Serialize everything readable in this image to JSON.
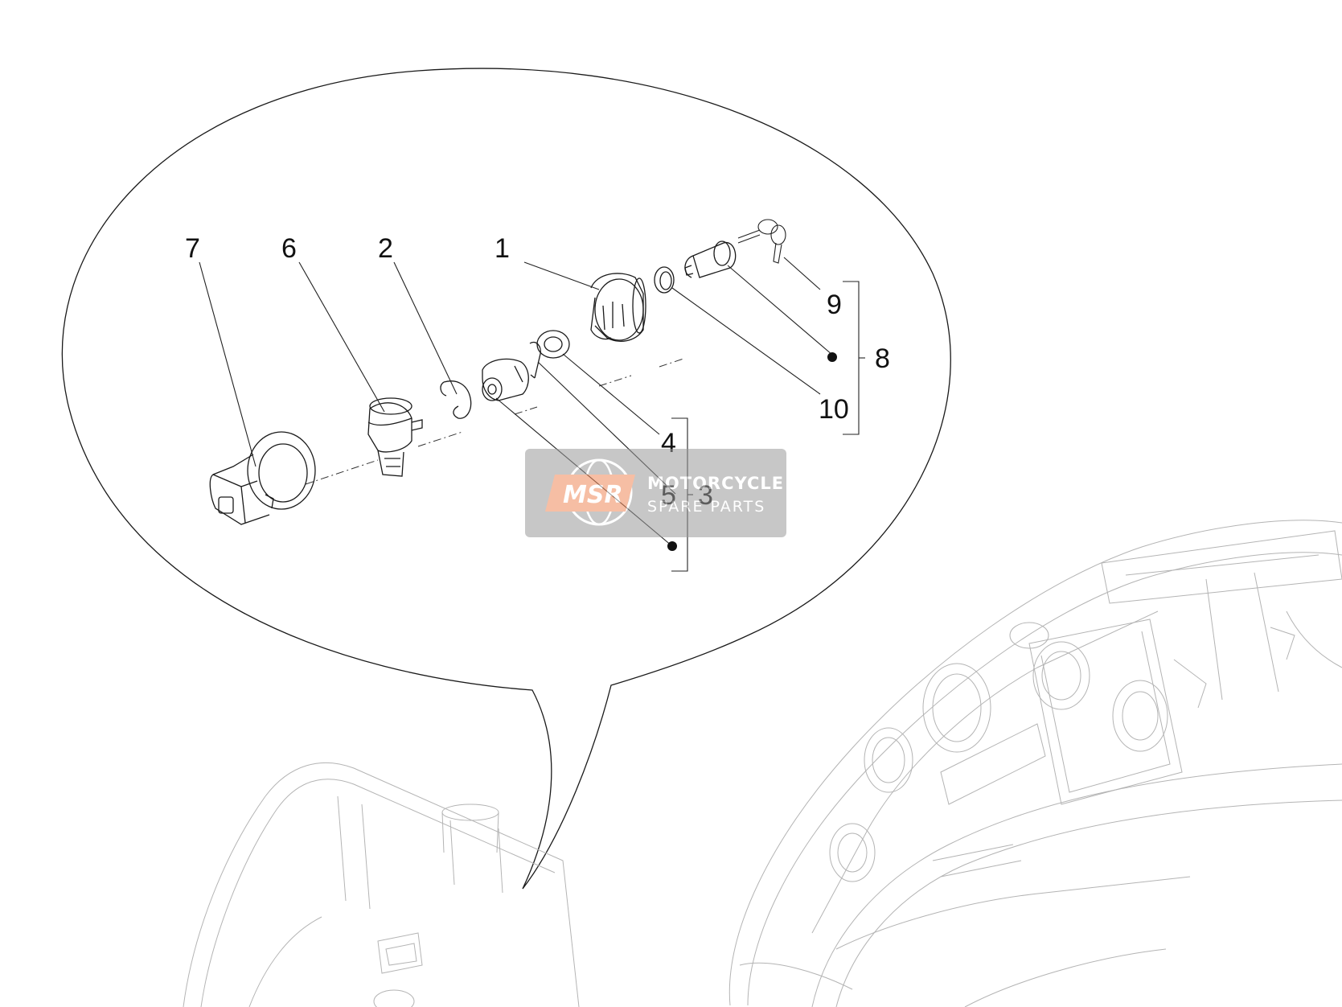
{
  "callouts": [
    {
      "id": "1",
      "label": "1"
    },
    {
      "id": "2",
      "label": "2"
    },
    {
      "id": "3",
      "label": "3"
    },
    {
      "id": "4",
      "label": "4"
    },
    {
      "id": "5",
      "label": "5"
    },
    {
      "id": "6",
      "label": "6"
    },
    {
      "id": "7",
      "label": "7"
    },
    {
      "id": "8",
      "label": "8"
    },
    {
      "id": "9",
      "label": "9"
    },
    {
      "id": "10",
      "label": "10"
    }
  ],
  "watermark": {
    "logo": "MSR",
    "line1": "MOTORCYCLE",
    "line2": "SPARE PARTS",
    "accent_color": "#f08a5a",
    "box_color": "#9a9a9a"
  }
}
